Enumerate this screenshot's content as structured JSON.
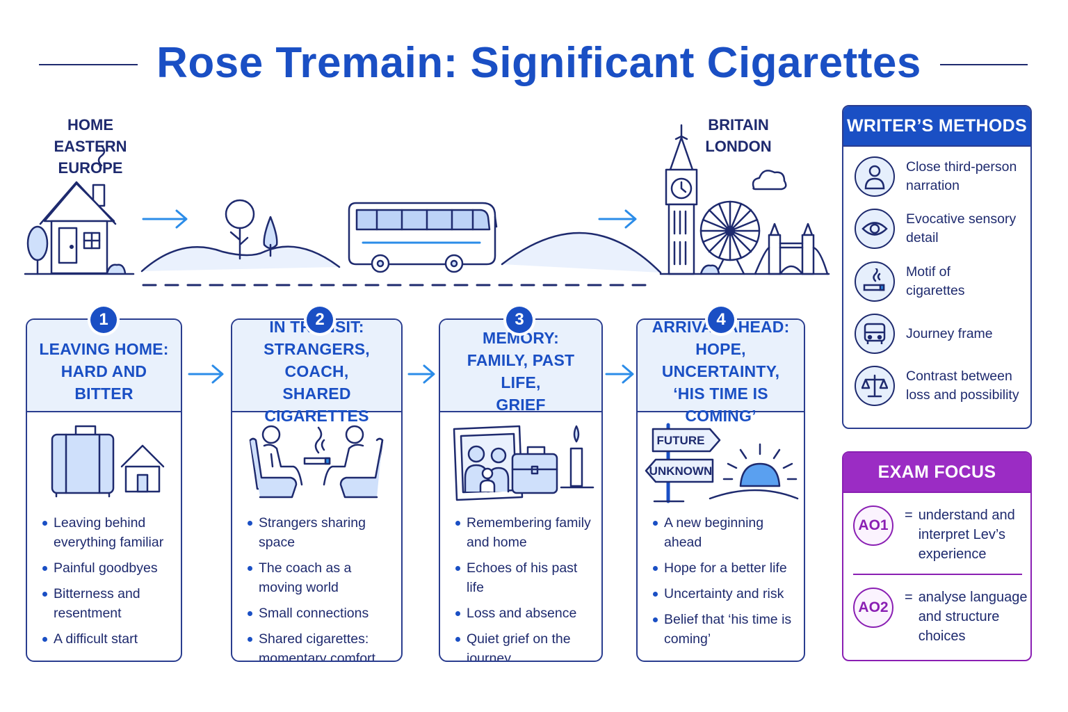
{
  "title": "Rose Tremain: Significant Cigarettes",
  "home": {
    "line1": "HOME",
    "line2": "EASTERN EUROPE"
  },
  "destination": {
    "line1": "BRITAIN",
    "line2": "LONDON"
  },
  "stages": [
    {
      "number": "1",
      "title_lines": [
        "LEAVING HOME:",
        "HARD AND BITTER"
      ],
      "bullets": [
        "Leaving behind everything familiar",
        "Painful goodbyes",
        "Bitterness and resentment",
        "A difficult start"
      ]
    },
    {
      "number": "2",
      "title_lines": [
        "IN TRANSIT:",
        "STRANGERS, COACH,",
        "SHARED CIGARETTES"
      ],
      "bullets": [
        "Strangers sharing space",
        "The coach as a moving world",
        "Small connections",
        "Shared cigarettes: momentary comfort"
      ]
    },
    {
      "number": "3",
      "title_lines": [
        "MEMORY:",
        "FAMILY, PAST LIFE,",
        "GRIEF"
      ],
      "bullets": [
        "Remembering family and home",
        "Echoes of his past life",
        "Loss and absence",
        "Quiet grief on the journey"
      ]
    },
    {
      "number": "4",
      "title_lines": [
        "ARRIVAL AHEAD:",
        "HOPE, UNCERTAINTY,",
        "‘HIS TIME IS COMING’"
      ],
      "bullets": [
        "A new beginning ahead",
        "Hope for a better life",
        "Uncertainty and risk",
        "Belief that ‘his time is coming’"
      ],
      "signs": {
        "future": "FUTURE",
        "unknown": "UNKNOWN"
      }
    }
  ],
  "methods": {
    "heading": "WRITER’S METHODS",
    "items": [
      {
        "icon": "person-icon",
        "label": "Close third-person narration"
      },
      {
        "icon": "eye-icon",
        "label": "Evocative sensory detail"
      },
      {
        "icon": "cigarette-icon",
        "label": "Motif of cigarettes"
      },
      {
        "icon": "bus-icon",
        "label": "Journey frame"
      },
      {
        "icon": "scales-icon",
        "label": "Contrast between loss and possibility"
      }
    ]
  },
  "exam": {
    "heading": "EXAM FOCUS",
    "items": [
      {
        "code": "AO1",
        "eq": "=",
        "text": "understand and interpret Lev’s experience"
      },
      {
        "code": "AO2",
        "eq": "=",
        "text": "analyse language and structure choices"
      }
    ]
  },
  "colors": {
    "accent": "#1a4fc4",
    "navy": "#1e2a6e",
    "arrow": "#2b8ce8",
    "purple": "#8a1fb3",
    "tint": "#e9f1fc"
  }
}
